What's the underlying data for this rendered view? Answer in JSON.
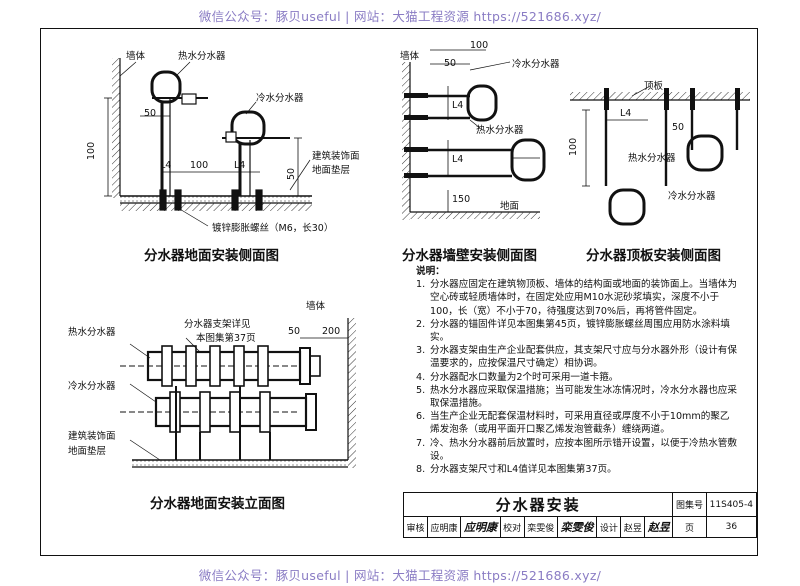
{
  "watermark": {
    "text": "微信公众号：豚贝useful  |  网站：大猫工程资源  https://521686.xyz/"
  },
  "fig1": {
    "caption": "分水器地面安装侧面图",
    "wall": "墙体",
    "hot": "热水分水器",
    "cold": "冷水分水器",
    "finish1": "建筑装饰面",
    "finish2": "地面垫层",
    "bolt": "镀锌膨胀螺丝（M6，长30）",
    "d50": "50",
    "d100v": "100",
    "d50b": "50",
    "l4": "L4",
    "d100": "100",
    "l4b": "L4"
  },
  "fig2": {
    "caption": "分水器墙壁安装侧面图",
    "wall": "墙体",
    "cold": "冷水分水器",
    "hot": "热水分水器",
    "floor": "地面",
    "d100": "100",
    "d50": "50",
    "l4a": "L4",
    "l4b": "L4",
    "d150": "150"
  },
  "fig3": {
    "caption": "分水器顶板安装侧面图",
    "ceiling": "顶板",
    "hot": "热水分水器",
    "cold": "冷水分水器",
    "l4": "L4",
    "d50": "50",
    "d100": "100"
  },
  "fig4": {
    "caption": "分水器地面安装立面图",
    "wall": "墙体",
    "hot": "热水分水器",
    "cold": "冷水分水器",
    "bracket1": "分水器支架详见",
    "bracket2": "本图集第37页",
    "finish1": "建筑装饰面",
    "finish2": "地面垫层",
    "d50": "50",
    "d200": "200"
  },
  "notes": {
    "heading": "说明：",
    "items": [
      {
        "n": "1.",
        "t": "分水器应固定在建筑物顶板、墙体的结构面或地面的装饰面上。当墙体为空心砖或轻质墙体时，在固定处应用M10水泥砂浆填实，深度不小于100，长（宽）不小于70，待强度达到70%后，再将管件固定。"
      },
      {
        "n": "2.",
        "t": "分水器的锚固件详见本图集第45页，镀锌膨胀螺丝周围应用防水涂料填实。"
      },
      {
        "n": "3.",
        "t": "分水器支架由生产企业配套供应，其支架尺寸应与分水器外形（设计有保温要求的，应按保温尺寸确定）相协调。"
      },
      {
        "n": "4.",
        "t": "分水器配水口数量为2个时可采用一道卡箍。"
      },
      {
        "n": "5.",
        "t": "热水分水器应采取保温措施；当可能发生冰冻情况时，冷水分水器也应采取保温措施。"
      },
      {
        "n": "6.",
        "t": "当生产企业无配套保温材料时，可采用直径或厚度不小于10mm的聚乙烯发泡条（或用平面开口聚乙烯发泡管截条）缠绕两道。"
      },
      {
        "n": "7.",
        "t": "冷、热水分水器前后放置时，应按本图所示错开设置，以便于冷热水管敷设。"
      },
      {
        "n": "8.",
        "t": "分水器支架尺寸和L4值详见本图集第37页。"
      }
    ]
  },
  "titleblock": {
    "title": "分水器安装",
    "atlas_label": "图集号",
    "atlas_no": "11S405-4",
    "review": "审核",
    "reviewer": "应明康",
    "review_sig": "应明康",
    "check": "校对",
    "checker": "栾雯俊",
    "check_sig": "栾雯俊",
    "design": "设计",
    "designer": "赵昱",
    "design_sig": "赵昱",
    "page_label": "页",
    "page_no": "36"
  }
}
